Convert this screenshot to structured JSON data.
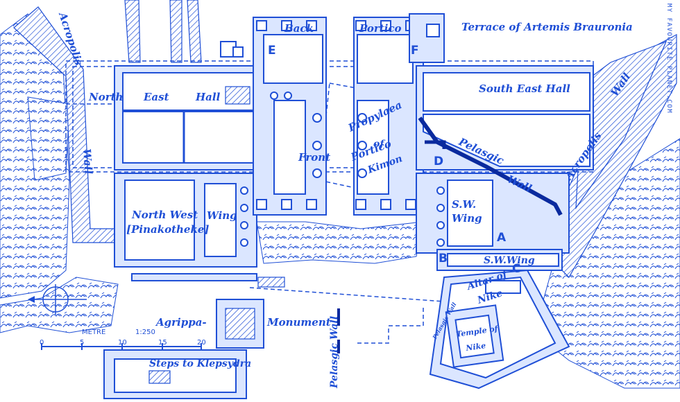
{
  "labels": {
    "acropolis_left": "Acropolis",
    "wall_left": "Wall",
    "back": "Back",
    "portico": "Portico",
    "terrace": "Terrace of Artemis Brauronia",
    "north_east_hall": "North East Hall",
    "north": "North",
    "east": "East",
    "hall": "Hall",
    "south_east_hall": "South East Hall",
    "propylaea": "Propylaea",
    "of": "of",
    "portico2": "Portico",
    "kimon": "Kimon",
    "front": "Front",
    "pelasgic": "Pelasgic",
    "wall_right": "Wall",
    "acropolis_right": "Acropolis",
    "wall_far_right": "Wall",
    "north_west": "North West",
    "pinakotheke": "[Pinakotheke]",
    "wing": "Wing",
    "sw": "S.W.",
    "sw_wing_label": "Wing",
    "sw_wing_lower": "S.W.Wing",
    "altar_of": "Altar of",
    "nike": "Nike",
    "temple_of": "Temple of",
    "nike2": "Nike",
    "pelasgic_wall_vertical": "Pelasgic Wall",
    "pelasgic_wall_small": "Pelasgic Wall",
    "agrippa": "Agrippa-",
    "monument": "Monument",
    "steps": "Steps to Klepsydra"
  },
  "letters": {
    "E": "E",
    "F": "F",
    "D": "D",
    "A": "A",
    "B": "B",
    "C": "C"
  },
  "scale": {
    "unit": "METRE",
    "ratio": "1:250",
    "ticks": [
      "0",
      "5",
      "10",
      "15",
      "20"
    ]
  },
  "watermark": "MY FAVOURITE PLANET.COM",
  "colors": {
    "ink": "#1f4fd6",
    "dark": "#0a2a9e",
    "paper": "#ffffff"
  }
}
